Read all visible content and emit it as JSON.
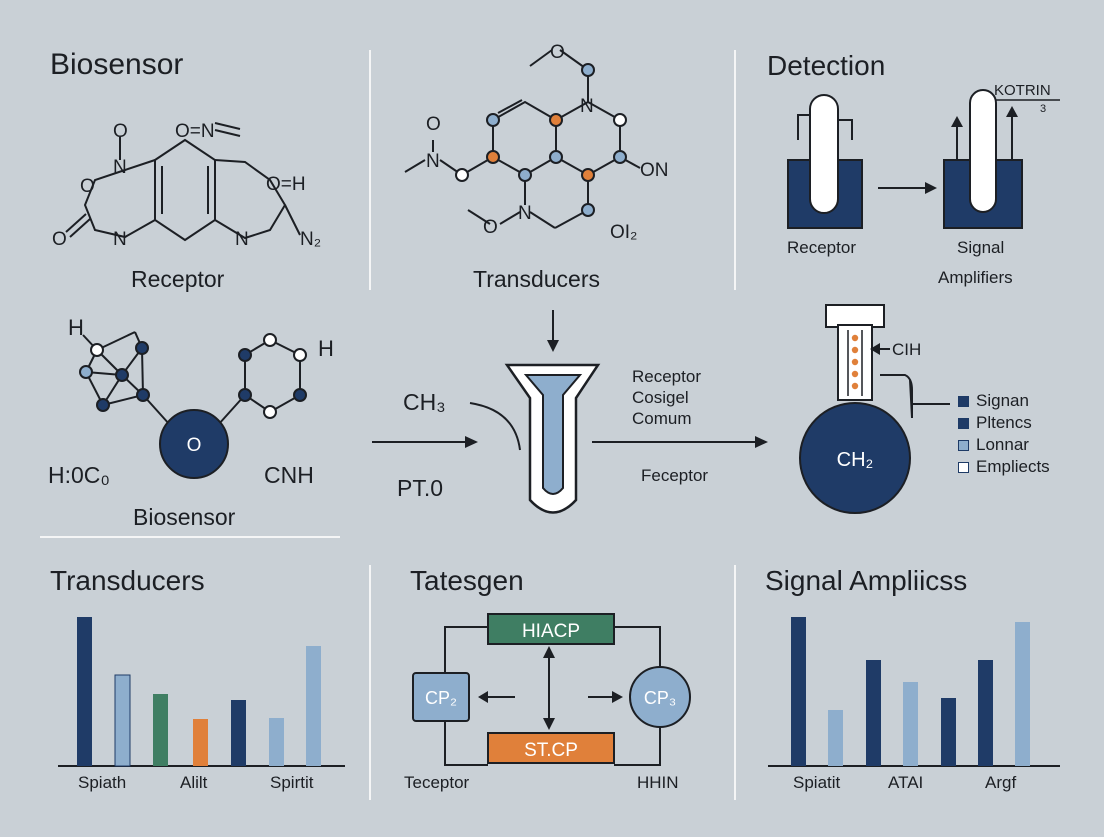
{
  "colors": {
    "navy": "#1f3b67",
    "lightblue": "#8eaecd",
    "green": "#3f7e63",
    "orange": "#e0803a",
    "line": "#1c1f24",
    "bg": "#c9d0d6"
  },
  "panels": {
    "biosensor": {
      "title": "Biosensor",
      "receptor_label": "Receptor",
      "atoms": {
        "o1": "O",
        "n1": "N",
        "o2": "O",
        "o3": "O",
        "n2": "N",
        "on": "O=N",
        "oh": "O=H",
        "n3": "N",
        "n4": "N₂"
      }
    },
    "transducers_molecule": {
      "label": "Transducers",
      "atoms": {
        "o_top": "O",
        "n_top": "N",
        "o_left": "O",
        "n_left": "N",
        "on_right": "ON",
        "o_bl": "O",
        "n_b": "N",
        "oi2": "OI₂"
      }
    },
    "detection": {
      "title": "Detection",
      "kotrin": "KOTRIN",
      "sub": "3",
      "receptor": "Receptor",
      "signal_amplifiers_1": "Signal",
      "signal_amplifiers_2": "Amplifiers"
    },
    "network": {
      "h_top": "H",
      "h_right": "H",
      "center": "O",
      "left": "H:0C₀",
      "right": "CNH",
      "label": "Biosensor"
    },
    "middle": {
      "ch3": "CH₃",
      "pt": "PT.0",
      "r1": "Receptor",
      "r2": "Cosigel",
      "r3": "Comum",
      "feceptor": "Feceptor"
    },
    "right_mid": {
      "cih": "CIH",
      "ch2": "CH₂",
      "legend": [
        {
          "label": "Signan",
          "fill": "#1f3b67"
        },
        {
          "label": "Pltencs",
          "fill": "#1f3b67"
        },
        {
          "label": "Lonnar",
          "fill": "#8eaecd"
        },
        {
          "label": "Empliects",
          "fill": "#ffffff"
        }
      ]
    },
    "bar_left": {
      "title": "Transducers",
      "labels": [
        "Spiath",
        "Alilt",
        "Spirtit"
      ]
    },
    "flow": {
      "title": "Tatesgen",
      "top": "HIACP",
      "bottom": "ST.CP",
      "left": "CP₂",
      "right": "CP₃",
      "label_left": "Teceptor",
      "label_right": "HHIN"
    },
    "bar_right": {
      "title": "Signal Ampliicss",
      "labels": [
        "Spiatit",
        "ATAI",
        "Argf"
      ]
    }
  }
}
